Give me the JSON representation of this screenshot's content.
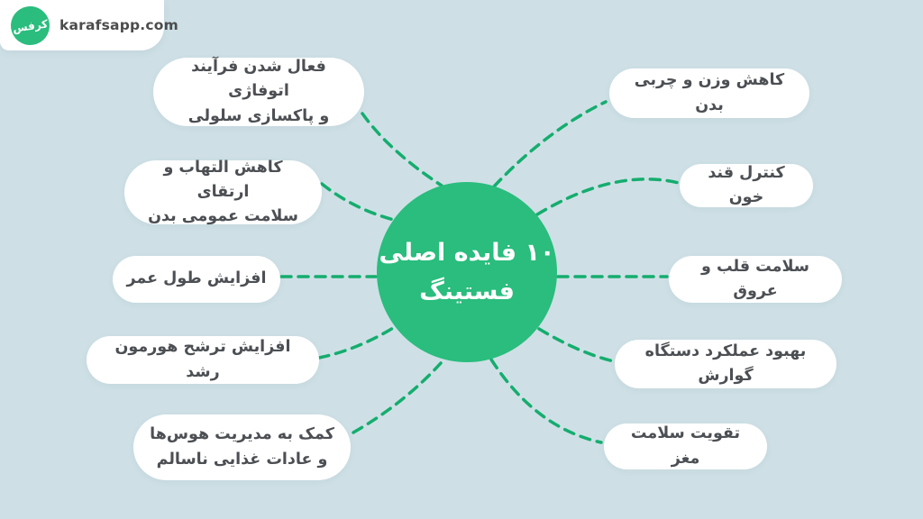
{
  "page": {
    "background_color": "#cee0e6",
    "accent_green": "#2abd7d",
    "text_color": "#4c4f53"
  },
  "header": {
    "logo_text": "karafsapp.com",
    "logo_icon_glyph": "کرفس"
  },
  "center": {
    "title_line1": "۱۰ فایده اصلی",
    "title_line2": "فستینگ",
    "color": "#2abd7d"
  },
  "connectors": {
    "color": "#15ad6e",
    "style": "dashed"
  },
  "benefits": {
    "left": [
      {
        "label": "فعال شدن فرآیند اتوفاژی\nو پاکسازی سلولی"
      },
      {
        "label": "کاهش التهاب و ارتقای\nسلامت عمومی بدن"
      },
      {
        "label": "افزایش طول عمر"
      },
      {
        "label": "افزایش ترشح هورمون رشد"
      },
      {
        "label": "کمک به مدیریت هوس‌ها\nو عادات غذایی ناسالم"
      }
    ],
    "right": [
      {
        "label": "کاهش وزن و چربی بدن"
      },
      {
        "label": "کنترل قند خون"
      },
      {
        "label": "سلامت قلب و عروق"
      },
      {
        "label": "بهبود عملکرد دستگاه گوارش"
      },
      {
        "label": "تقویت سلامت مغز"
      }
    ]
  }
}
